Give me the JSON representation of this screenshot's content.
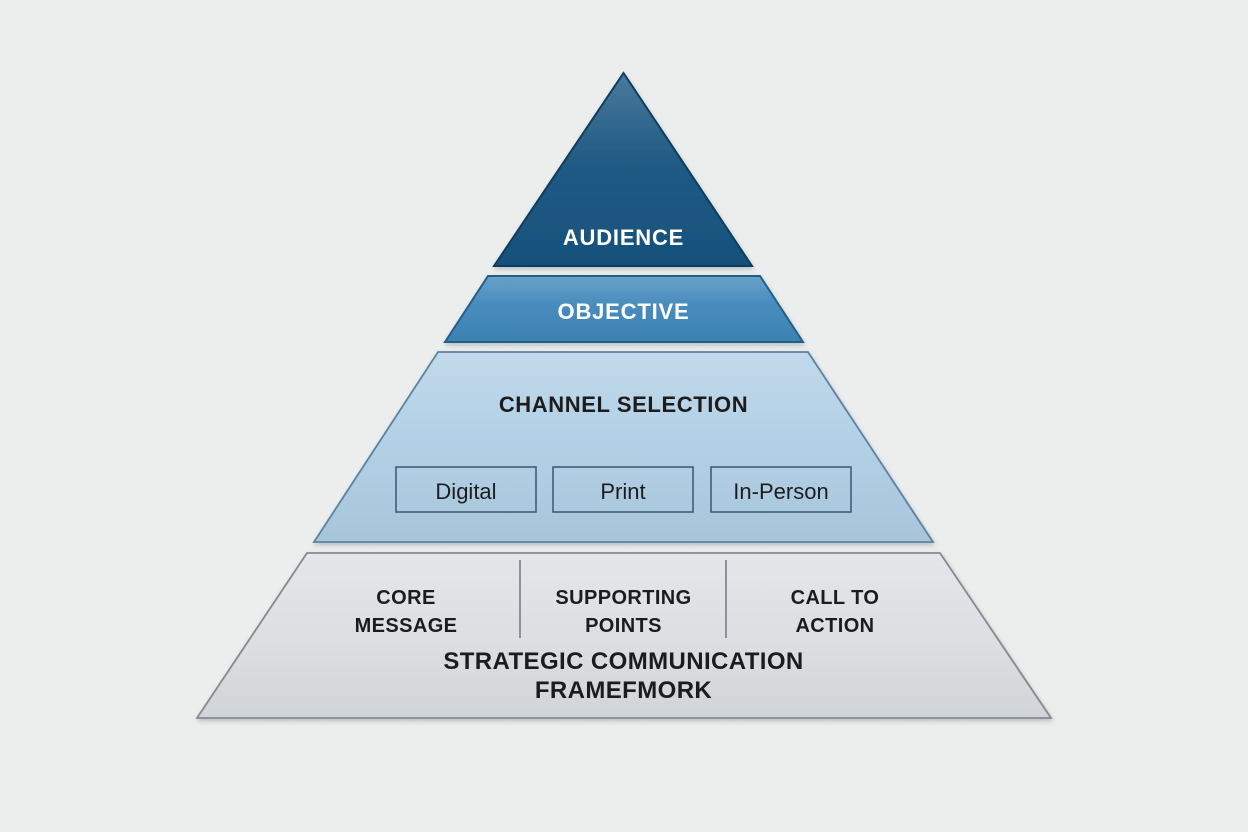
{
  "title": "Strategic Communication Framework pyramid",
  "background_color": "#edefee",
  "pyramid": {
    "levels": [
      {
        "label": "AUDIENCE",
        "fill": "#175480",
        "stroke": "#103c5d"
      },
      {
        "label": "OBJECTIVE",
        "fill": "#3f87ba",
        "stroke": "#205e8b"
      },
      {
        "label": "CHANNEL SELECTION",
        "fill": "#b0cfe5",
        "stroke": "#5b82a4",
        "channel_box_stroke": "#3f5d7a",
        "channels": [
          {
            "label": "Digital"
          },
          {
            "label": "Print"
          },
          {
            "label": "In-Person"
          }
        ]
      },
      {
        "fill": "#dcdfe2",
        "stroke": "#828a94",
        "divider_color": "#8b929b",
        "columns": [
          {
            "line1": "CORE",
            "line2": "MESSAGE"
          },
          {
            "line1": "SUPPORTING",
            "line2": "POINTS"
          },
          {
            "line1": "CALL TO",
            "line2": "ACTION"
          }
        ],
        "caption_line1": "STRATEGIC COMMUNICATION",
        "caption_line2": "FRAMEFMORK"
      }
    ]
  }
}
